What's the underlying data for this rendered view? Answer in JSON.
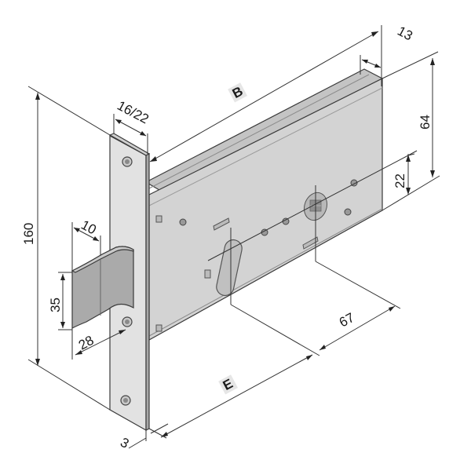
{
  "diagram": {
    "subject": "Mortise latch lock with faceplate and latch bolt",
    "colors": {
      "background": "#ffffff",
      "body_face": "#d2d2d2",
      "body_top": "#c4c4c4",
      "faceplate": "#e0e0e0",
      "latch": "#a9a9a9",
      "latch_top": "#c8c8c8",
      "outline": "#3a3a3a",
      "label_box": "#e6e6e6"
    },
    "dimensions": {
      "faceplate_height": "160",
      "faceplate_width": "16/22",
      "body_thickness": "13",
      "body_height": "64",
      "follower_offset": "22",
      "latch_height": "35",
      "latch_projection": "10",
      "latch_depth": "28",
      "faceplate_thickness": "3",
      "center_distance": "67",
      "backset_label": "E",
      "body_length_label": "B"
    }
  }
}
